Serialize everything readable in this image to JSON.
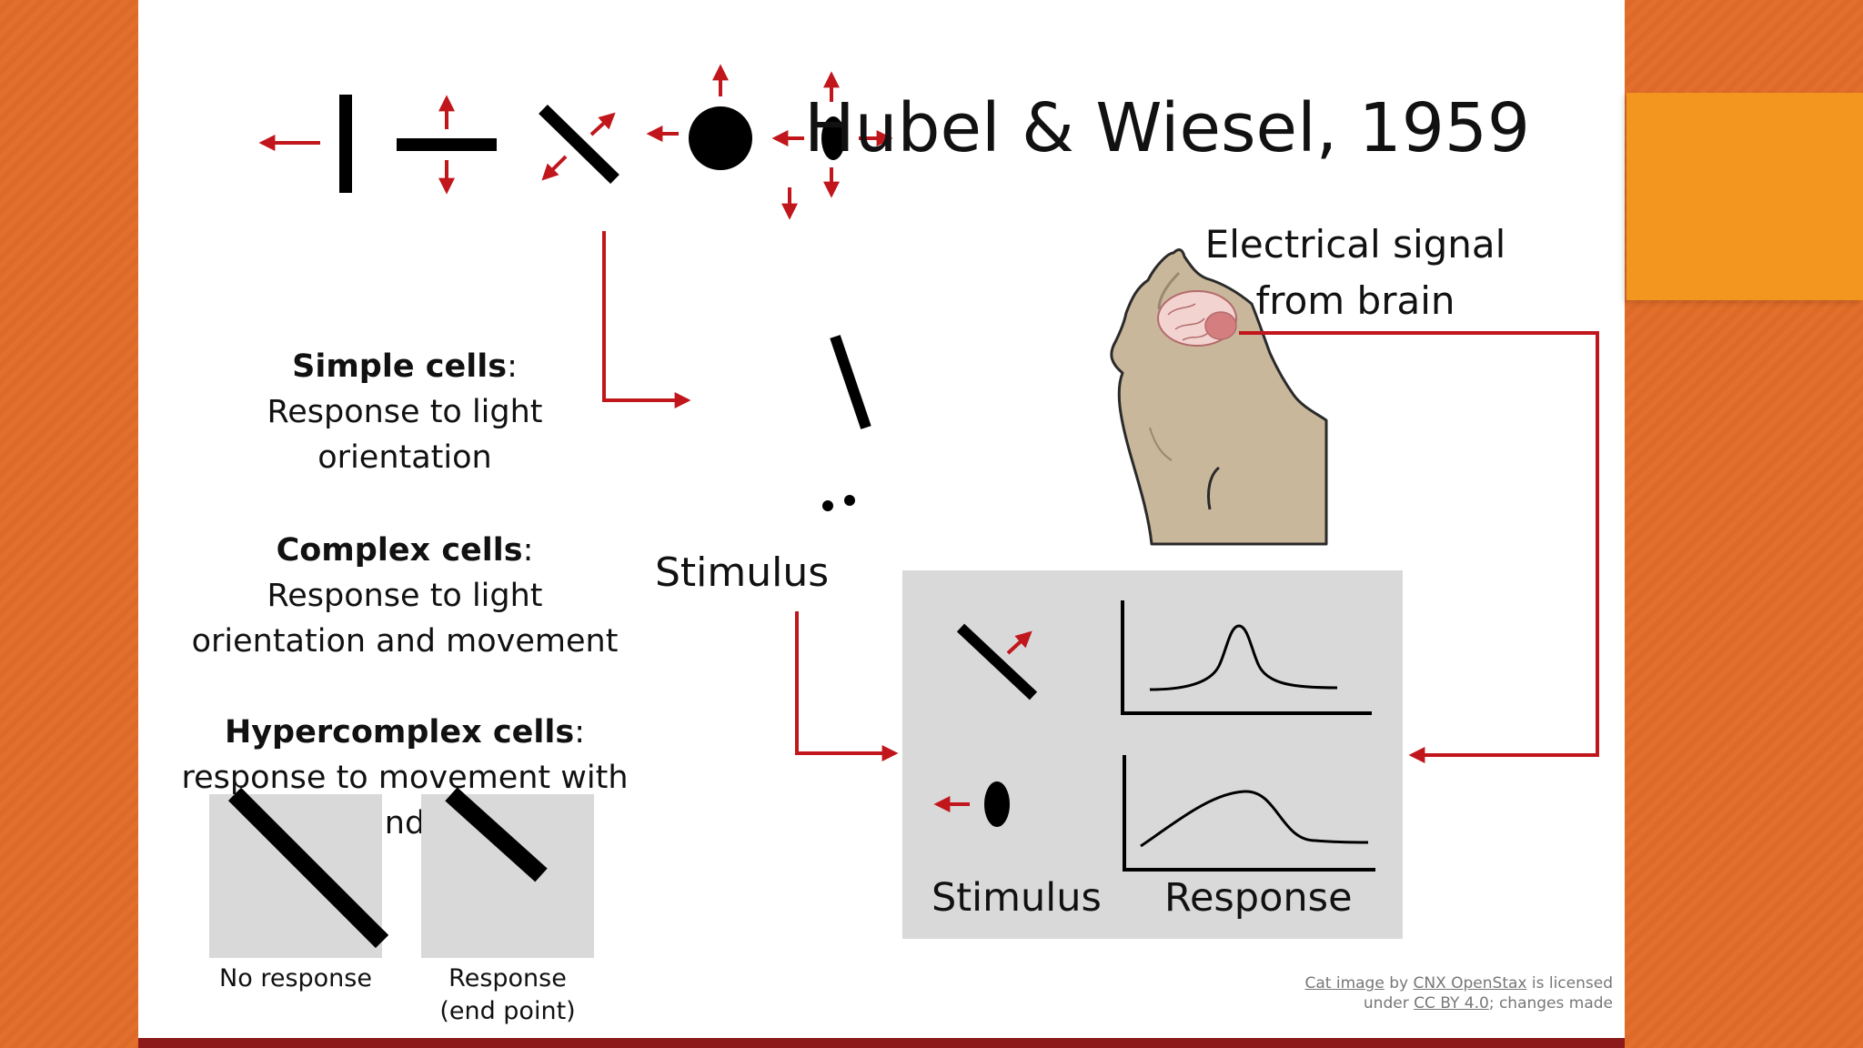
{
  "title": "Hubel & Wiesel, 1959",
  "electrical_signal": {
    "line1": "Electrical signal",
    "line2": "from brain"
  },
  "cells": {
    "simple": {
      "heading": "Simple cells",
      "colon": ":",
      "line1": "Response to light",
      "line2": "orientation"
    },
    "complex": {
      "heading": "Complex cells",
      "colon": ":",
      "line1": "Response to light",
      "line2": "orientation and movement"
    },
    "hyper": {
      "heading": "Hypercomplex cells",
      "colon": ":",
      "line1": "response to movement with",
      "line2": "nd"
    }
  },
  "stimulus_label": "Stimulus",
  "panel": {
    "stimulus_label": "Stimulus",
    "response_label": "Response"
  },
  "squares": {
    "left_label": "No response",
    "right_label_line1": "Response",
    "right_label_line2": "(end point)"
  },
  "credit": {
    "cat_image": "Cat image",
    "by": " by ",
    "cnx": "CNX OpenStax",
    "licensed": " is licensed",
    "under": "under ",
    "cc": "CC BY 4.0",
    "changes": "; changes made"
  },
  "colors": {
    "arrow": "#c0161c",
    "panel_bg": "#d9d9d9",
    "accent_orange": "#f29620",
    "background_orange": "#e36f2c",
    "cat_fill": "#c9b79c"
  }
}
